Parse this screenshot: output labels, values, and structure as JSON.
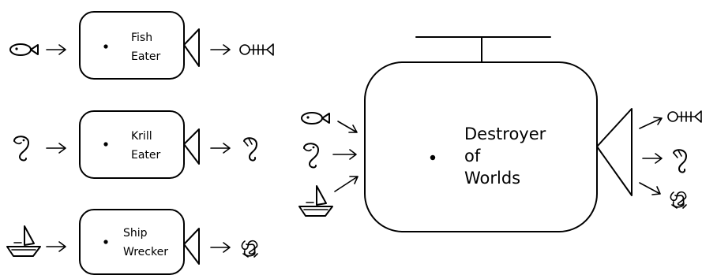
{
  "machines": [
    {
      "id": "fish-eater",
      "line1": "Fish",
      "line2": "Eater",
      "input": "fish-icon",
      "output": "fish-skeleton-icon"
    },
    {
      "id": "krill-eater",
      "line1": "Krill",
      "line2": "Eater",
      "input": "shrimp-icon",
      "output": "shrimp-shell-icon"
    },
    {
      "id": "ship-wrecker",
      "line1": "Ship",
      "line2": "Wrecker",
      "input": "sailboat-icon",
      "output": "wreckage-icon"
    }
  ],
  "big_machine": {
    "line1": "Destroyer",
    "line2": "of",
    "line3": "Worlds",
    "inputs": [
      "fish-icon",
      "shrimp-icon",
      "sailboat-icon"
    ],
    "outputs": [
      "fish-skeleton-icon",
      "shrimp-shell-icon",
      "wreckage-icon"
    ]
  }
}
